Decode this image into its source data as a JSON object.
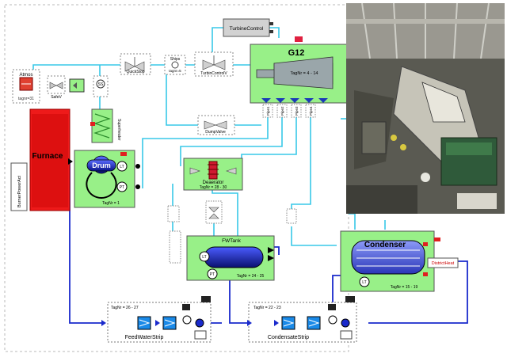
{
  "blocks": {
    "atmos": "Atmos",
    "atmos_tag": "tagnr=31",
    "safety": "SafeV",
    "quick_stop": "QuickStop",
    "ships": "Ships",
    "ships_tag": "tagnr=5",
    "turbine_control_valve": "TurbinControlV",
    "turbine_control": "TurbineControl",
    "generator": "G12",
    "generator_tag": "TagNr = 4 - 14",
    "dump_valve": "DumpValve",
    "furnace": "Furnace",
    "burner_power": "BurnerPowerAct",
    "superheater": "Superheater",
    "drum": "Drum",
    "drum_tag": "TagNr = 1",
    "deaerator": "Deaerator",
    "deaerator_tag": "TagNr = 28 - 30",
    "fw_tank": "FWTank",
    "fw_tank_tag": "TagNr = 24 - 25",
    "condenser": "Condenser",
    "condenser_tag": "TagNr = 15 - 19",
    "district_heat": "DistrictHeat",
    "fw_strip": "FeedWaterStrip",
    "fw_strip_tag": "TagNr = 26 - 27",
    "cond_strip": "CondensateStrip",
    "cond_strip_tag": "TagNr = 22 - 23",
    "pipe_labels": [
      "Pipe1",
      "Pipe2",
      "Pipe3",
      "Pipe4"
    ],
    "lt": "LT",
    "pt": "PT",
    "ss": "SS"
  },
  "colors": {
    "pipe": "#38c8e8",
    "pipe_dark": "#1a2acc",
    "green_block": "#98f088",
    "furnace": "#ee1a1a",
    "drum": "#1a2ad8",
    "turbine": "#9aa6aa",
    "sensor": "#cfeff8"
  },
  "photo": {
    "description_icon": "turbine-hall-photo"
  }
}
